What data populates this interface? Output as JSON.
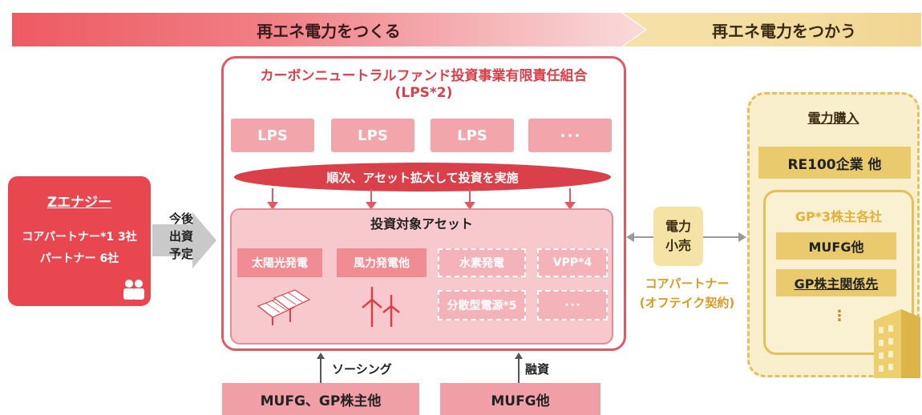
{
  "banners": {
    "left": "再エネ電力をつくる",
    "right": "再エネ電力をつかう"
  },
  "z_energy": {
    "title": "Zエナジー",
    "line1": "コアパートナー*1 3社",
    "line2": "パートナー 6社"
  },
  "invest_label": [
    "今後",
    "出資",
    "予定"
  ],
  "fund": {
    "title": "カーボンニュートラルファンド投資事業有限責任組合",
    "subtitle": "(LPS*2)",
    "lps": [
      "LPS",
      "LPS",
      "LPS",
      "･･･"
    ],
    "ellipse": "順次、アセット拡大して投資を実施",
    "assets_title": "投資対象アセット",
    "assets_row1": [
      "太陽光発電",
      "風力発電他",
      "水素発電",
      "VPP*4"
    ],
    "assets_row2": [
      "分散型電源*5",
      "･･･"
    ]
  },
  "bottom": {
    "sourcing_label": "ソーシング",
    "financing_label": "融資",
    "left_box": "MUFG、GP株主他",
    "right_box": "MUFG他"
  },
  "retail": {
    "label_line1": "電力",
    "label_line2": "小売",
    "offtake_line1": "コアパートナー",
    "offtake_line2": "(オフテイク契約)"
  },
  "right": {
    "title": "電力購入",
    "re100": "RE100企業 他",
    "gp_title": "GP*3株主各社",
    "gp_item1": "MUFG他",
    "gp_item2": "GP株主関係先",
    "more": "⋮"
  },
  "colors": {
    "red_main": "#e8474f",
    "red_light": "#f2a5aa",
    "gold": "#e9ca6c",
    "gold_frame": "#e5c15d"
  }
}
